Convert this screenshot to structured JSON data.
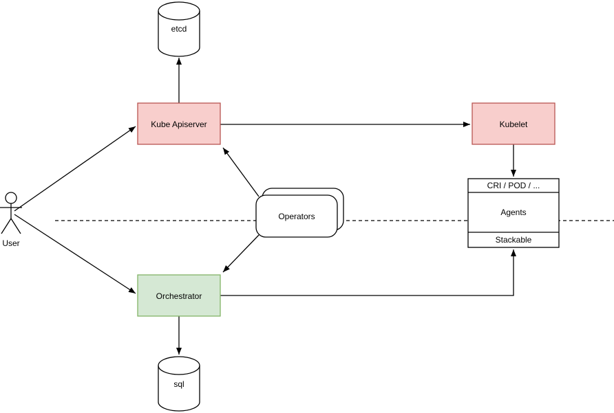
{
  "canvas": {
    "background": "#ffffff"
  },
  "colors": {
    "kubernetes_node_fill": "#f8cecc",
    "kubernetes_node_border": "#b85450",
    "orchestrator_fill": "#d5e8d4",
    "orchestrator_border": "#82b366",
    "plain_shape_fill": "#ffffff",
    "line_color": "#000000",
    "text_color": "#000000"
  },
  "nodes": {
    "user": {
      "label": "User",
      "shape": "actor"
    },
    "etcd": {
      "label": "etcd",
      "shape": "cylinder"
    },
    "kube_apiserver": {
      "label": "Kube Apiserver",
      "shape": "rectangle"
    },
    "kubelet": {
      "label": "Kubelet",
      "shape": "rectangle"
    },
    "operators": {
      "label": "Operators",
      "shape": "stacked-rounded-rectangle"
    },
    "orchestrator": {
      "label": "Orchestrator",
      "shape": "rectangle"
    },
    "agents": {
      "header": "CRI / POD / ...",
      "label": "Agents",
      "footer": "Stackable",
      "shape": "sectioned-rectangle"
    },
    "sql": {
      "label": "sql",
      "shape": "cylinder"
    }
  },
  "edges": [
    {
      "from": "user",
      "to": "kube_apiserver",
      "arrow": "end"
    },
    {
      "from": "user",
      "to": "orchestrator",
      "arrow": "end"
    },
    {
      "from": "kube_apiserver",
      "to": "etcd",
      "arrow": "end"
    },
    {
      "from": "kube_apiserver",
      "to": "kubelet",
      "arrow": "end"
    },
    {
      "from": "operators",
      "to": "kube_apiserver",
      "arrow": "end"
    },
    {
      "from": "operators",
      "to": "orchestrator",
      "arrow": "end"
    },
    {
      "from": "kubelet",
      "to": "agents",
      "arrow": "end"
    },
    {
      "from": "orchestrator",
      "to": "agents",
      "arrow": "end"
    },
    {
      "from": "orchestrator",
      "to": "sql",
      "arrow": "end"
    }
  ],
  "separator": {
    "style": "dashed",
    "orientation": "horizontal"
  }
}
